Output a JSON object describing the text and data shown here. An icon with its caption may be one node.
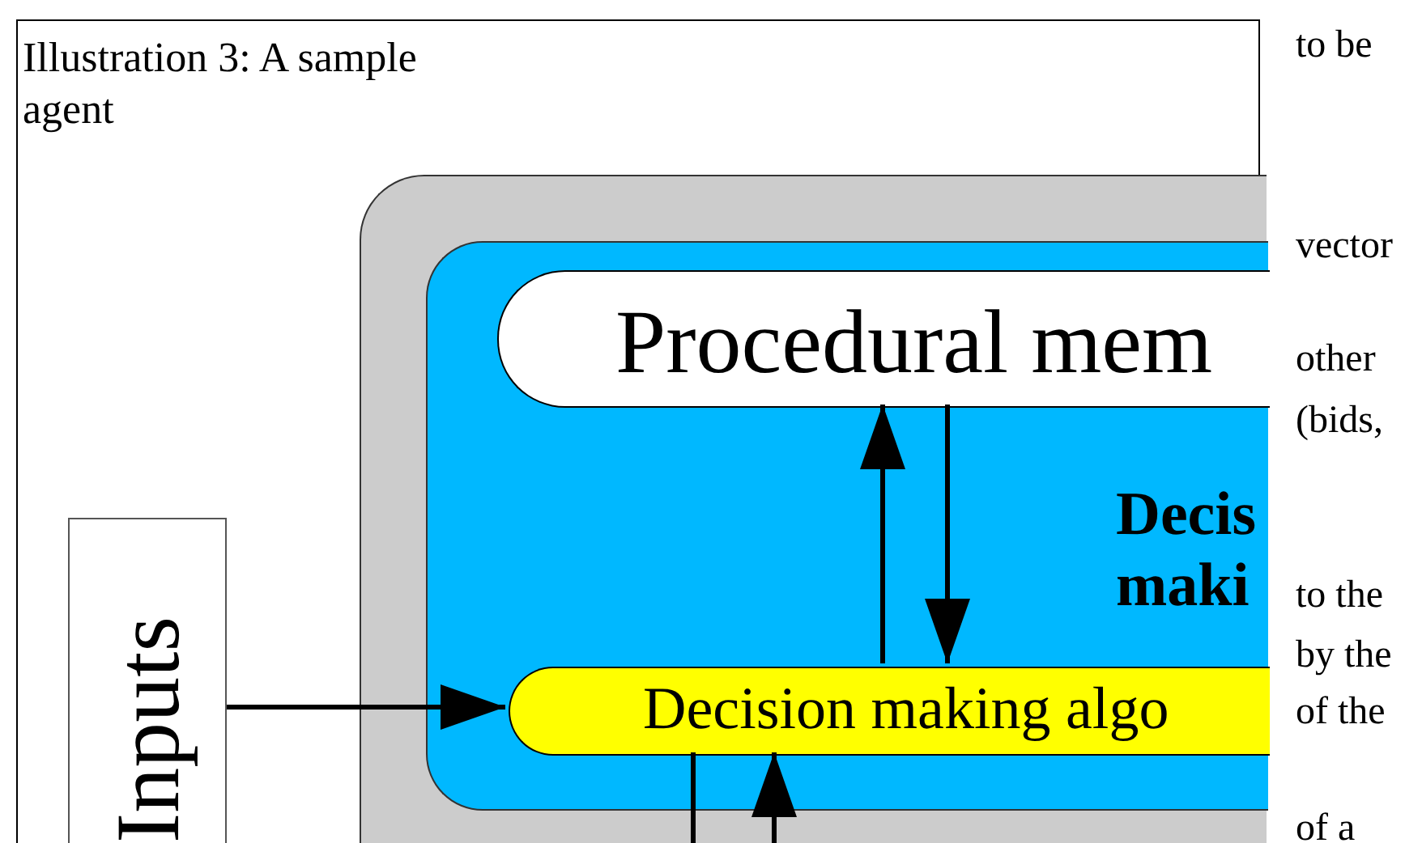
{
  "diagram": {
    "caption": "Illustration 3: A sample agent",
    "nodes": [
      {
        "text": [],
        "shape": "box"
      },
      {
        "text": [
          "Decis maki"
        ],
        "in": 0
      },
      {
        "text": [
          "Procedural mem"
        ],
        "in": 1
      },
      {
        "text": [
          "Decision making algo"
        ],
        "in": 1
      },
      {
        "text": [
          "Inputs"
        ]
      }
    ],
    "edges": [
      {
        "from": 3,
        "to": 2,
        "arrow": "to"
      },
      {
        "from": 2,
        "to": 3,
        "arrow": "to"
      },
      {
        "from": 4,
        "to": 3,
        "arrow": "to"
      },
      {
        "from": 3,
        "to": null,
        "arrow": "none"
      },
      {
        "from": null,
        "to": 3,
        "arrow": "to"
      }
    ],
    "labels": [
      "to be",
      "vector",
      "other",
      "(bids,",
      "to the",
      "by the",
      "of the",
      "of a"
    ]
  }
}
